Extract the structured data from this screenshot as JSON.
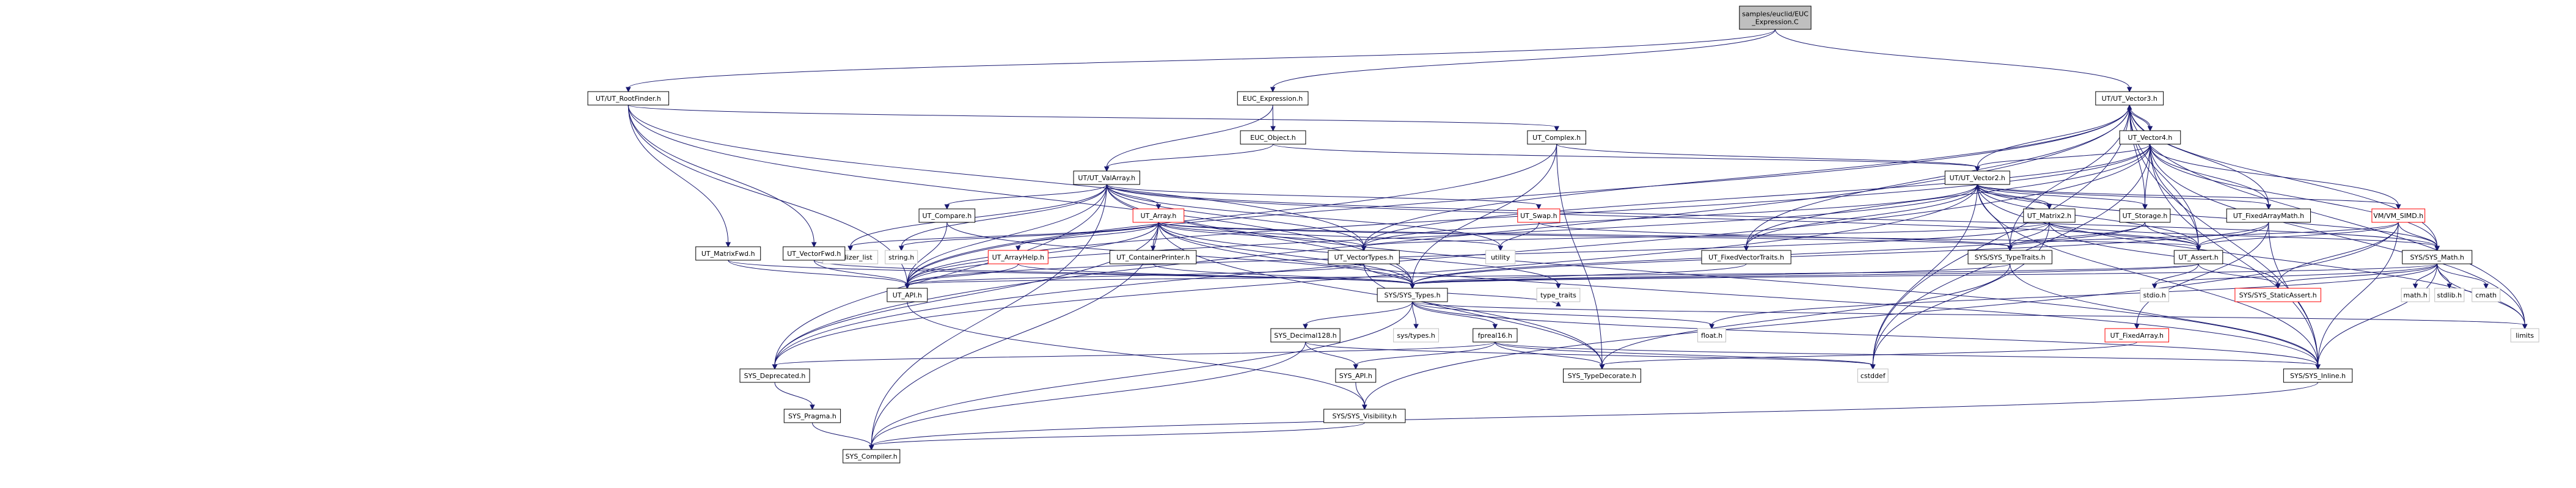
{
  "colors": {
    "edge": "#191970",
    "node_border": "#000000",
    "root_fill": "#bfbfbf",
    "node_fill": "#ffffff",
    "gray_border": "#bfbfbf",
    "red_border": "#ff0000"
  },
  "nodes": [
    {
      "id": "root",
      "label": "samples/euclid/EUC\n_Expression.C",
      "style": "root"
    },
    {
      "id": "rootfinder",
      "label": "UT/UT_RootFinder.h",
      "style": "doc"
    },
    {
      "id": "eucexpr",
      "label": "EUC_Expression.h",
      "style": "doc"
    },
    {
      "id": "vec3",
      "label": "UT/UT_Vector3.h",
      "style": "doc"
    },
    {
      "id": "eucobj",
      "label": "EUC_Object.h",
      "style": "doc"
    },
    {
      "id": "complex",
      "label": "UT_Complex.h",
      "style": "doc"
    },
    {
      "id": "vec4",
      "label": "UT_Vector4.h",
      "style": "doc"
    },
    {
      "id": "valarray",
      "label": "UT/UT_ValArray.h",
      "style": "doc"
    },
    {
      "id": "vec2",
      "label": "UT/UT_Vector2.h",
      "style": "doc"
    },
    {
      "id": "compare",
      "label": "UT_Compare.h",
      "style": "doc"
    },
    {
      "id": "array",
      "label": "UT_Array.h",
      "style": "red"
    },
    {
      "id": "swap",
      "label": "UT_Swap.h",
      "style": "red"
    },
    {
      "id": "matrix2",
      "label": "UT_Matrix2.h",
      "style": "doc"
    },
    {
      "id": "storage",
      "label": "UT_Storage.h",
      "style": "doc"
    },
    {
      "id": "fixedarraymath",
      "label": "UT_FixedArrayMath.h",
      "style": "doc"
    },
    {
      "id": "vmsimd",
      "label": "VM/VM_SIMD.h",
      "style": "red"
    },
    {
      "id": "initlist",
      "label": "initializer_list",
      "style": "std"
    },
    {
      "id": "string",
      "label": "string.h",
      "style": "std"
    },
    {
      "id": "arrayhelp",
      "label": "UT_ArrayHelp.h",
      "style": "red"
    },
    {
      "id": "containerprinter",
      "label": "UT_ContainerPrinter.h",
      "style": "doc"
    },
    {
      "id": "vectortypes",
      "label": "UT_VectorTypes.h",
      "style": "doc"
    },
    {
      "id": "utility",
      "label": "utility",
      "style": "std"
    },
    {
      "id": "fixedvectortraits",
      "label": "UT_FixedVectorTraits.h",
      "style": "doc"
    },
    {
      "id": "typetraits",
      "label": "SYS/SYS_TypeTraits.h",
      "style": "doc"
    },
    {
      "id": "assert",
      "label": "UT_Assert.h",
      "style": "doc"
    },
    {
      "id": "sysmath",
      "label": "SYS/SYS_Math.h",
      "style": "doc"
    },
    {
      "id": "matrixfwd",
      "label": "UT_MatrixFwd.h",
      "style": "doc"
    },
    {
      "id": "vectorfwd",
      "label": "UT_VectorFwd.h",
      "style": "doc"
    },
    {
      "id": "utapi",
      "label": "UT_API.h",
      "style": "doc"
    },
    {
      "id": "type_traits",
      "label": "type_traits",
      "style": "std"
    },
    {
      "id": "systypes",
      "label": "SYS/SYS_Types.h",
      "style": "doc"
    },
    {
      "id": "stdio",
      "label": "stdio.h",
      "style": "std"
    },
    {
      "id": "staticassert",
      "label": "SYS/SYS_StaticAssert.h",
      "style": "red"
    },
    {
      "id": "mathh",
      "label": "math.h",
      "style": "std"
    },
    {
      "id": "stdlib",
      "label": "stdlib.h",
      "style": "std"
    },
    {
      "id": "cmath",
      "label": "cmath",
      "style": "std"
    },
    {
      "id": "decimal128",
      "label": "SYS_Decimal128.h",
      "style": "doc"
    },
    {
      "id": "systypesh",
      "label": "sys/types.h",
      "style": "std"
    },
    {
      "id": "fpreal16",
      "label": "fpreal16.h",
      "style": "doc"
    },
    {
      "id": "float",
      "label": "float.h",
      "style": "std"
    },
    {
      "id": "fixedarray",
      "label": "UT_FixedArray.h",
      "style": "red"
    },
    {
      "id": "limits",
      "label": "limits",
      "style": "std"
    },
    {
      "id": "deprecated",
      "label": "SYS_Deprecated.h",
      "style": "doc"
    },
    {
      "id": "sysapi",
      "label": "SYS_API.h",
      "style": "doc"
    },
    {
      "id": "typedecorate",
      "label": "SYS_TypeDecorate.h",
      "style": "doc"
    },
    {
      "id": "cstddef",
      "label": "cstddef",
      "style": "std"
    },
    {
      "id": "sysinline",
      "label": "SYS/SYS_Inline.h",
      "style": "doc"
    },
    {
      "id": "pragma",
      "label": "SYS_Pragma.h",
      "style": "doc"
    },
    {
      "id": "visibility",
      "label": "SYS/SYS_Visibility.h",
      "style": "doc"
    },
    {
      "id": "compiler",
      "label": "SYS_Compiler.h",
      "style": "doc"
    }
  ],
  "edges": [
    [
      "root",
      "rootfinder"
    ],
    [
      "root",
      "eucexpr"
    ],
    [
      "root",
      "vec3"
    ],
    [
      "rootfinder",
      "complex"
    ],
    [
      "rootfinder",
      "matrixfwd"
    ],
    [
      "rootfinder",
      "vectorfwd"
    ],
    [
      "rootfinder",
      "vectortypes"
    ],
    [
      "rootfinder",
      "systypes"
    ],
    [
      "rootfinder",
      "utapi"
    ],
    [
      "eucexpr",
      "eucobj"
    ],
    [
      "eucexpr",
      "valarray"
    ],
    [
      "eucobj",
      "valarray"
    ],
    [
      "eucobj",
      "vec2"
    ],
    [
      "vec3",
      "vec4"
    ],
    [
      "vec3",
      "vec2"
    ],
    [
      "vec3",
      "deprecated"
    ],
    [
      "vec3",
      "vectortypes"
    ],
    [
      "vec3",
      "fixedvectortraits"
    ],
    [
      "vec3",
      "storage"
    ],
    [
      "vec3",
      "fixedarraymath"
    ],
    [
      "vec3",
      "sysmath"
    ],
    [
      "vec3",
      "sysinline"
    ],
    [
      "vec3",
      "limits"
    ],
    [
      "vec3",
      "cstddef"
    ],
    [
      "vec3",
      "assert"
    ],
    [
      "vec3",
      "typetraits"
    ],
    [
      "vec3",
      "utapi"
    ],
    [
      "vec4",
      "vec3"
    ],
    [
      "vec4",
      "vec2"
    ],
    [
      "vec4",
      "vmsimd"
    ],
    [
      "vec4",
      "storage"
    ],
    [
      "vec4",
      "fixedarraymath"
    ],
    [
      "vec4",
      "sysmath"
    ],
    [
      "vec4",
      "vectortypes"
    ],
    [
      "vec4",
      "fixedvectortraits"
    ],
    [
      "vec4",
      "sysinline"
    ],
    [
      "vec4",
      "limits"
    ],
    [
      "vec4",
      "cstddef"
    ],
    [
      "vec4",
      "utapi"
    ],
    [
      "vec4",
      "assert"
    ],
    [
      "vec4",
      "deprecated"
    ],
    [
      "complex",
      "vec2"
    ],
    [
      "complex",
      "systypes"
    ],
    [
      "complex",
      "typedecorate"
    ],
    [
      "complex",
      "utapi"
    ],
    [
      "valarray",
      "array"
    ],
    [
      "valarray",
      "swap"
    ],
    [
      "valarray",
      "compare"
    ],
    [
      "valarray",
      "vectortypes"
    ],
    [
      "valarray",
      "sysmath"
    ],
    [
      "valarray",
      "systypes"
    ],
    [
      "valarray",
      "sysinline"
    ],
    [
      "valarray",
      "deprecated"
    ],
    [
      "valarray",
      "compiler"
    ],
    [
      "valarray",
      "initlist"
    ],
    [
      "valarray",
      "string"
    ],
    [
      "valarray",
      "utility"
    ],
    [
      "valarray",
      "utapi"
    ],
    [
      "valarray",
      "assert"
    ],
    [
      "vec2",
      "matrix2"
    ],
    [
      "vec2",
      "storage"
    ],
    [
      "vec2",
      "fixedarraymath"
    ],
    [
      "vec2",
      "vmsimd"
    ],
    [
      "vec2",
      "vectortypes"
    ],
    [
      "vec2",
      "fixedvectortraits"
    ],
    [
      "vec2",
      "assert"
    ],
    [
      "vec2",
      "sysmath"
    ],
    [
      "vec2",
      "sysinline"
    ],
    [
      "vec2",
      "limits"
    ],
    [
      "vec2",
      "cstddef"
    ],
    [
      "vec2",
      "deprecated"
    ],
    [
      "vec2",
      "utapi"
    ],
    [
      "vec2",
      "typetraits"
    ],
    [
      "compare",
      "utapi"
    ],
    [
      "compare",
      "systypes"
    ],
    [
      "array",
      "arrayhelp"
    ],
    [
      "array",
      "containerprinter"
    ],
    [
      "array",
      "vectortypes"
    ],
    [
      "array",
      "utapi"
    ],
    [
      "array",
      "assert"
    ],
    [
      "array",
      "systypes"
    ],
    [
      "array",
      "typetraits"
    ],
    [
      "array",
      "sysinline"
    ],
    [
      "array",
      "initlist"
    ],
    [
      "array",
      "string"
    ],
    [
      "array",
      "utility"
    ],
    [
      "array",
      "type_traits"
    ],
    [
      "array",
      "typedecorate"
    ],
    [
      "array",
      "deprecated"
    ],
    [
      "array",
      "compiler"
    ],
    [
      "swap",
      "utility"
    ],
    [
      "swap",
      "typetraits"
    ],
    [
      "matrix2",
      "vec2"
    ],
    [
      "matrix2",
      "vectortypes"
    ],
    [
      "matrix2",
      "assert"
    ],
    [
      "matrix2",
      "typetraits"
    ],
    [
      "matrix2",
      "sysmath"
    ],
    [
      "matrix2",
      "staticassert"
    ],
    [
      "matrix2",
      "cstddef"
    ],
    [
      "matrix2",
      "utapi"
    ],
    [
      "storage",
      "assert"
    ],
    [
      "storage",
      "typetraits"
    ],
    [
      "storage",
      "systypes"
    ],
    [
      "fixedarraymath",
      "assert"
    ],
    [
      "fixedarraymath",
      "systypes"
    ],
    [
      "fixedarraymath",
      "sysinline"
    ],
    [
      "fixedarraymath",
      "fixedarray"
    ],
    [
      "vmsimd",
      "sysmath"
    ],
    [
      "vmsimd",
      "typetraits"
    ],
    [
      "vmsimd",
      "assert"
    ],
    [
      "vmsimd",
      "staticassert"
    ],
    [
      "vmsimd",
      "visibility"
    ],
    [
      "vmsimd",
      "sysinline"
    ],
    [
      "arrayhelp",
      "systypes"
    ],
    [
      "arrayhelp",
      "utapi"
    ],
    [
      "containerprinter",
      "systypes"
    ],
    [
      "vectortypes",
      "systypes"
    ],
    [
      "vectortypes",
      "utapi"
    ],
    [
      "vectortypes",
      "typedecorate"
    ],
    [
      "fixedvectortraits",
      "systypes"
    ],
    [
      "typetraits",
      "systypes"
    ],
    [
      "typetraits",
      "sysinline"
    ],
    [
      "typetraits",
      "typedecorate"
    ],
    [
      "assert",
      "utapi"
    ],
    [
      "assert",
      "systypes"
    ],
    [
      "assert",
      "staticassert"
    ],
    [
      "assert",
      "stdio"
    ],
    [
      "sysmath",
      "systypes"
    ],
    [
      "sysmath",
      "sysinline"
    ],
    [
      "sysmath",
      "mathh"
    ],
    [
      "sysmath",
      "stdlib"
    ],
    [
      "sysmath",
      "cmath"
    ],
    [
      "sysmath",
      "limits"
    ],
    [
      "sysmath",
      "float"
    ],
    [
      "sysmath",
      "stdio"
    ],
    [
      "sysmath",
      "staticassert"
    ],
    [
      "matrixfwd",
      "utapi"
    ],
    [
      "matrixfwd",
      "systypes"
    ],
    [
      "vectorfwd",
      "utapi"
    ],
    [
      "vectorfwd",
      "systypes"
    ],
    [
      "utapi",
      "visibility"
    ],
    [
      "systypes",
      "decimal128"
    ],
    [
      "systypes",
      "systypesh"
    ],
    [
      "systypes",
      "fpreal16"
    ],
    [
      "systypes",
      "float"
    ],
    [
      "systypes",
      "limits"
    ],
    [
      "systypes",
      "compiler"
    ],
    [
      "systypes",
      "sysinline"
    ],
    [
      "systypes",
      "type_traits"
    ],
    [
      "decimal128",
      "sysapi"
    ],
    [
      "decimal128",
      "compiler"
    ],
    [
      "decimal128",
      "cstddef"
    ],
    [
      "fpreal16",
      "sysapi"
    ],
    [
      "fpreal16",
      "typedecorate"
    ],
    [
      "fpreal16",
      "sysinline"
    ],
    [
      "fpreal16",
      "cstddef"
    ],
    [
      "fpreal16",
      "deprecated"
    ],
    [
      "fixedarray",
      "typedecorate"
    ],
    [
      "deprecated",
      "pragma"
    ],
    [
      "pragma",
      "compiler"
    ],
    [
      "sysapi",
      "visibility"
    ],
    [
      "visibility",
      "compiler"
    ],
    [
      "sysinline",
      "compiler"
    ]
  ]
}
